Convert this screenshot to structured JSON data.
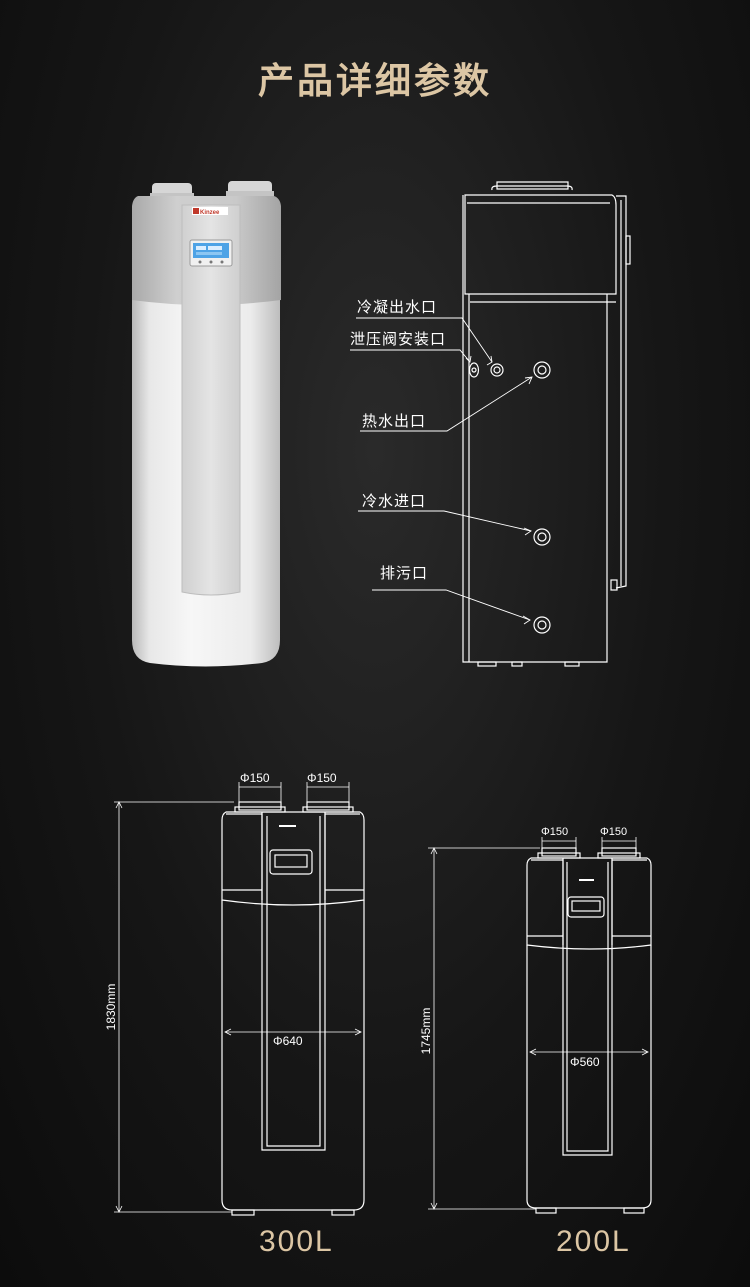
{
  "page": {
    "title": "产品详细参数"
  },
  "product": {
    "logo_text": "Kinzee"
  },
  "callouts": {
    "condensate_outlet": "冷凝出水口",
    "relief_valve_port": "泄压阀安装口",
    "hot_water_outlet": "热水出口",
    "cold_water_inlet": "冷水进口",
    "drain_outlet": "排污口"
  },
  "models": [
    {
      "capacity": "300L",
      "height": "1830mm",
      "diameter": "Φ640",
      "duct_left": "Φ150",
      "duct_right": "Φ150"
    },
    {
      "capacity": "200L",
      "height": "1745mm",
      "diameter": "Φ560",
      "duct_left": "Φ150",
      "duct_right": "Φ150"
    }
  ],
  "colors": {
    "title": "#dcc6a4",
    "background": "#161616",
    "line": "#ffffff",
    "logo_red": "#c0392b",
    "lcd_blue": "#4ea3e6"
  }
}
